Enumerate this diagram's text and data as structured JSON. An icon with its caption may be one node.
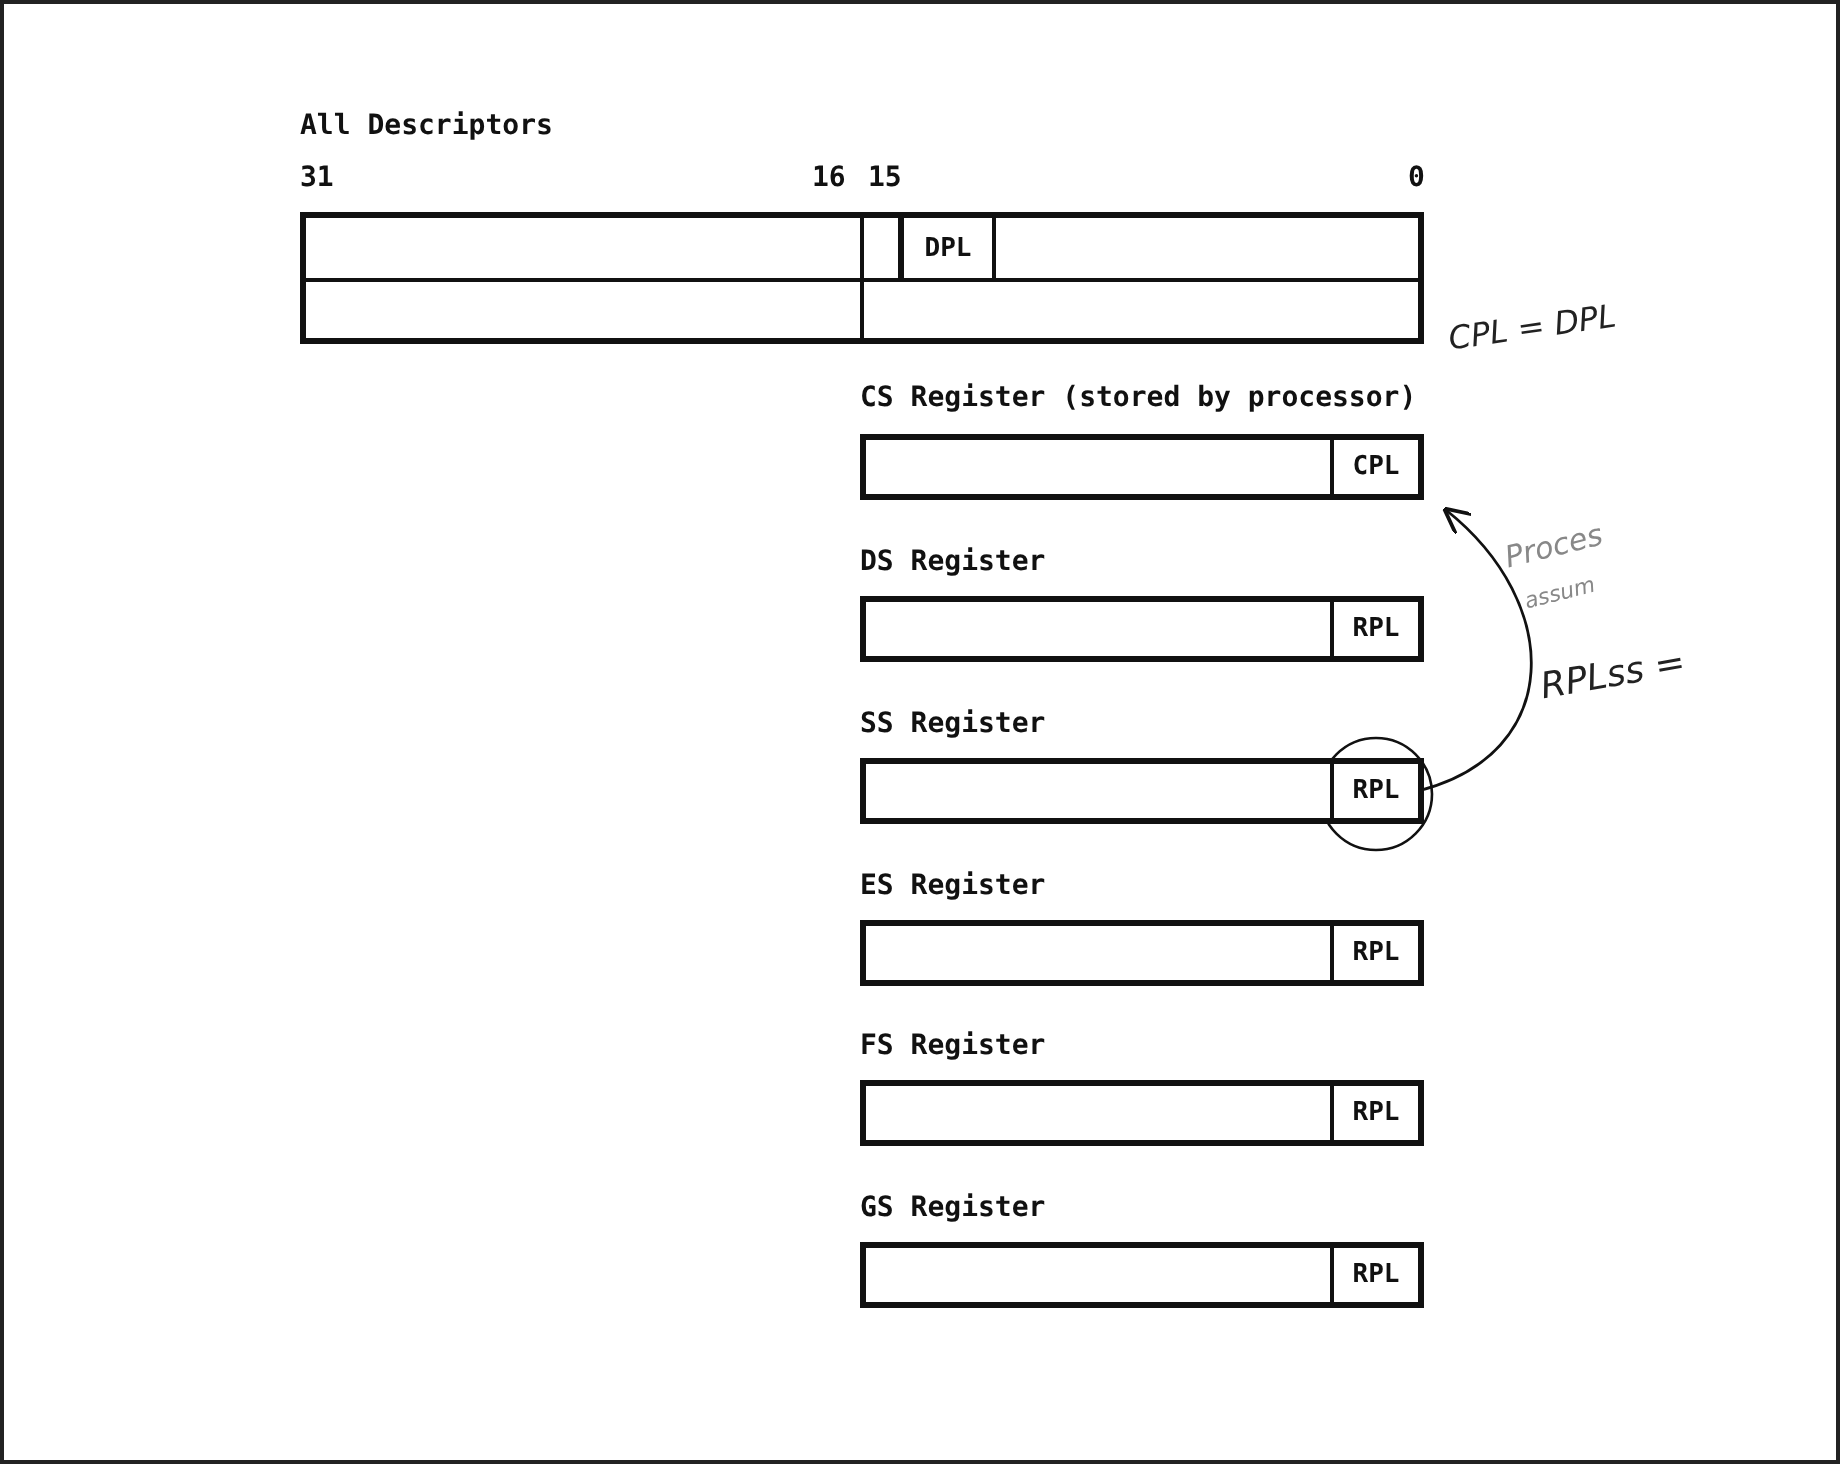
{
  "diagram": {
    "nodes": [
      {
        "text": [
          "All Descriptors"
        ]
      },
      {
        "text": [
          "DPL"
        ],
        "in": 0
      },
      {
        "text": [
          "CS Register (stored by processor)"
        ]
      },
      {
        "text": [
          "CPL"
        ],
        "in": 2
      },
      {
        "text": [
          "DS Register"
        ]
      },
      {
        "text": [
          "RPL"
        ],
        "in": 4
      },
      {
        "text": [
          "SS Register"
        ]
      },
      {
        "text": [
          "RPL"
        ],
        "in": 6
      },
      {
        "text": [
          "ES Register"
        ]
      },
      {
        "text": [
          "RPL"
        ],
        "in": 8
      },
      {
        "text": [
          "FS Register"
        ]
      },
      {
        "text": [
          "RPL"
        ],
        "in": 10
      },
      {
        "text": [
          "GS Register"
        ]
      },
      {
        "text": [
          "RPL"
        ],
        "in": 12
      }
    ],
    "edges": [
      {
        "from": 7,
        "to": 3,
        "arrow": "to"
      }
    ],
    "labels": [
      "31",
      "16",
      "15",
      "0",
      "CPL = DPL",
      "Proces",
      "assum",
      "RPLss ="
    ]
  }
}
